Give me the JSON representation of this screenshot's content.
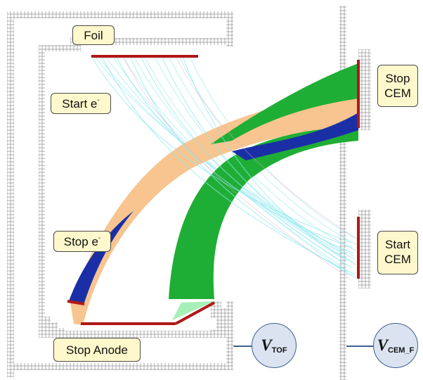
{
  "labels": {
    "foil": "Foil",
    "start_e": "Start e",
    "start_e_sup": "-",
    "stop_cem_line1": "Stop",
    "stop_cem_line2": "CEM",
    "stop_e": "Stop e",
    "stop_e_sup": "-",
    "start_cem_line1": "Start",
    "start_cem_line2": "CEM",
    "stop_anode": "Stop Anode"
  },
  "voltages": {
    "tof_symbol": "V",
    "tof_sub": "TOF",
    "cem_symbol": "V",
    "cem_sub": "CEM_F"
  },
  "colors": {
    "cyan_trajectories": "#8fe8ef",
    "orange_band": "#f8c48f",
    "green_band": "#1fae35",
    "blue_band": "#1a2fa6",
    "electrode_red": "#b01818",
    "grid_gray": "#9a9a9a",
    "label_bg": "#fff8cc",
    "circle_bg": "#dbe3f0",
    "circle_border": "#3f5f93"
  }
}
